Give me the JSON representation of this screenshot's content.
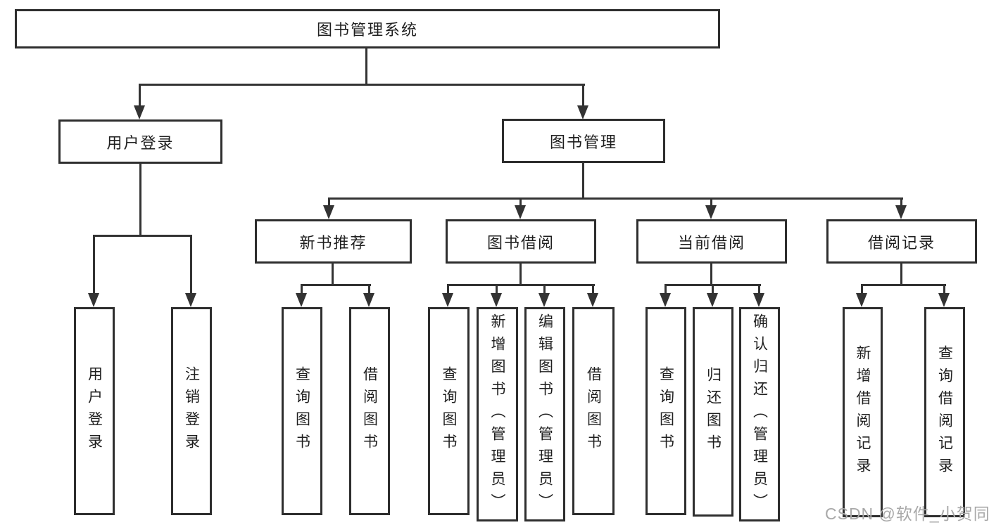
{
  "tree": {
    "label": "图书管理系统",
    "children": [
      {
        "label": "用户登录",
        "children": [
          {
            "label": "用户登录"
          },
          {
            "label": "注销登录"
          }
        ]
      },
      {
        "label": "图书管理",
        "children": [
          {
            "label": "新书推荐",
            "children": [
              {
                "label": "查询图书"
              },
              {
                "label": "借阅图书"
              }
            ]
          },
          {
            "label": "图书借阅",
            "children": [
              {
                "label": "查询图书"
              },
              {
                "label": "新增图书（管理员）"
              },
              {
                "label": "编辑图书（管理员）"
              },
              {
                "label": "借阅图书"
              }
            ]
          },
          {
            "label": "当前借阅",
            "children": [
              {
                "label": "查询图书"
              },
              {
                "label": "归还图书"
              },
              {
                "label": "确认归还（管理员）"
              }
            ]
          },
          {
            "label": "借阅记录",
            "children": [
              {
                "label": "新增借阅记录"
              },
              {
                "label": "查询借阅记录"
              }
            ]
          }
        ]
      }
    ]
  },
  "watermark": {
    "text": "CSDN @软件_小贺同学"
  },
  "colors": {
    "line": "#333333",
    "box_border": "#2e2e2e",
    "text": "#1f1f1f",
    "watermark": "#a8a8a8",
    "background": "#ffffff"
  }
}
